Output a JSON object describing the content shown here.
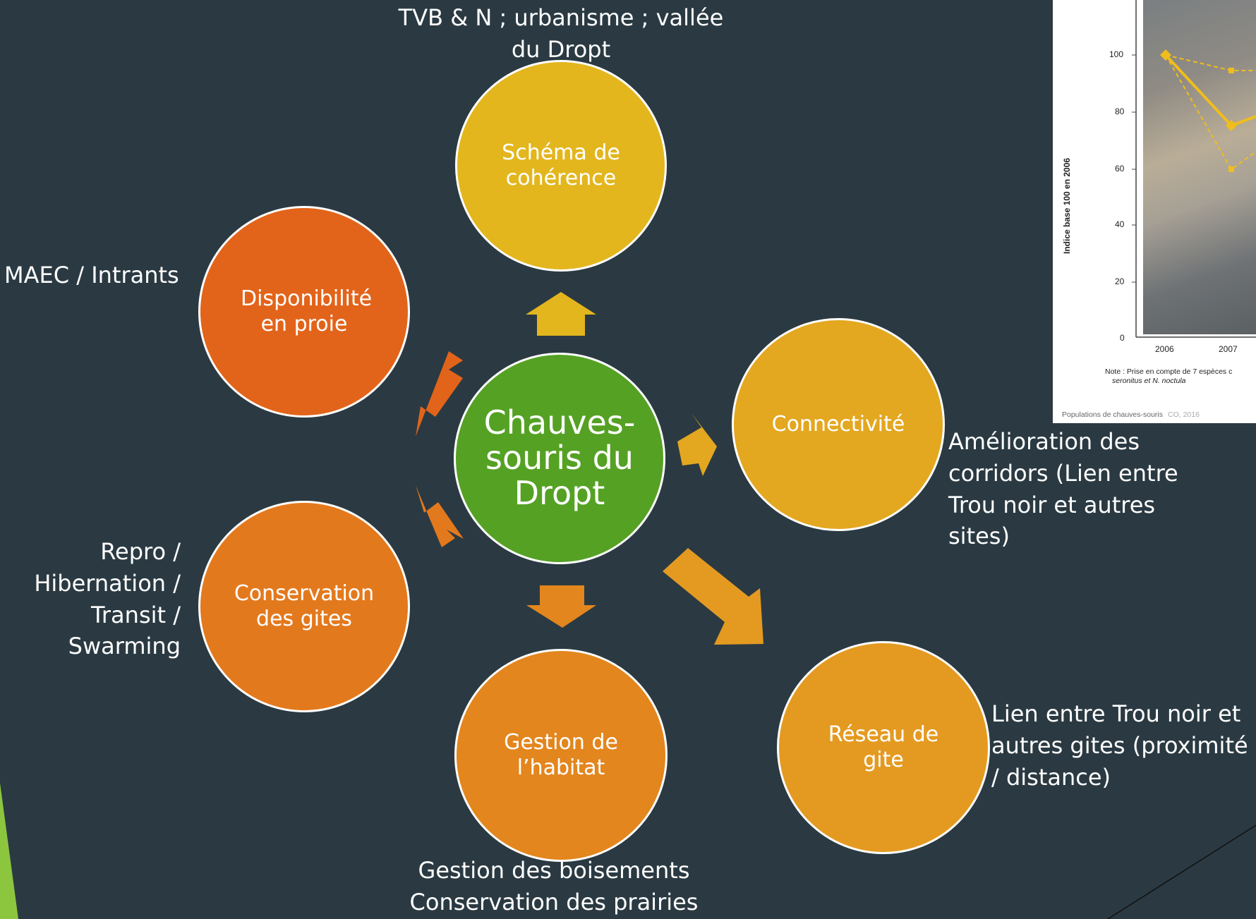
{
  "diagram": {
    "center": {
      "label": "Chauves-souris du Dropt",
      "color": "#55a124"
    },
    "nodes": {
      "schema": {
        "label": "Schéma de cohérence",
        "color": "#e3b61e"
      },
      "disponibilite": {
        "label": "Disponibilité en proie",
        "color": "#e2641a"
      },
      "connectivite": {
        "label": "Connectivité",
        "color": "#e3a720"
      },
      "conservation": {
        "label": "Conservation des gites",
        "color": "#e3791d"
      },
      "gestion": {
        "label": "Gestion de l’habitat",
        "color": "#e3861e"
      },
      "reseau": {
        "label": "Réseau de gite",
        "color": "#e49a21"
      }
    },
    "notes": {
      "schema": "TVB & N ; urbanisme ; vallée du Dropt",
      "disponibilite": "MAEC / Intrants",
      "connectivite": "Amélioration des corridors (Lien entre Trou noir et autres sites)",
      "conservation": "Repro / Hibernation / Transit / Swarming",
      "gestion": "Gestion des  boisements Conservation des prairies",
      "reseau": "Lien entre Trou noir et autres gites (proximité / distance)"
    }
  },
  "inset_chart": {
    "ylabel": "Indice base 100 en 2006",
    "yticks": [
      "100",
      "80",
      "60",
      "40",
      "20",
      "0"
    ],
    "xticks": [
      "2006",
      "2007"
    ],
    "note": "Note : Prise en compte de 7 espèces c",
    "note2": "seronitus et N. noctula",
    "source": "Populations de chauves-souris",
    "source_tail": "CO, 2016"
  }
}
